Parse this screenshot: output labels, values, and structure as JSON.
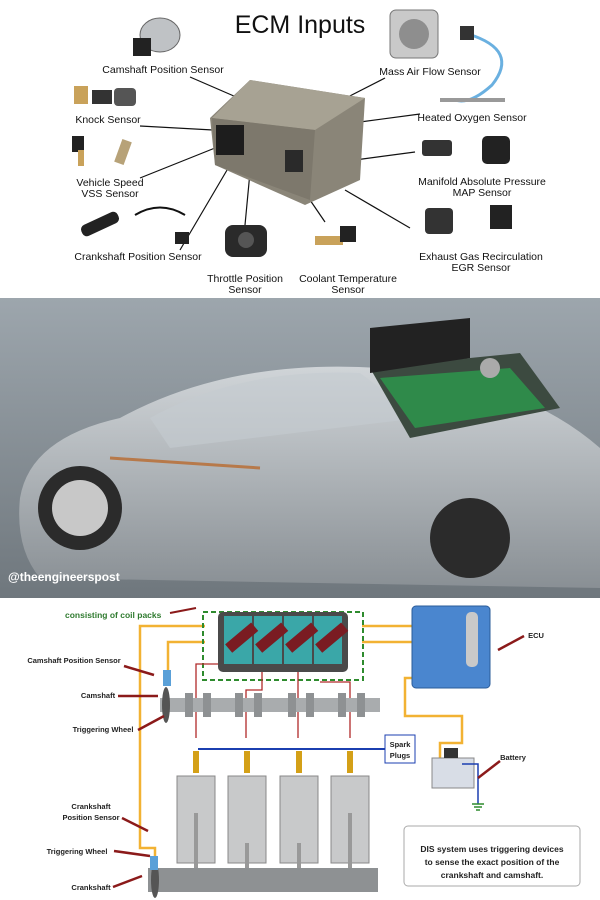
{
  "ecm_inputs": {
    "title": "ECM Inputs",
    "labels": {
      "camshaft": "Camshaft Position Sensor",
      "maf": "Mass Air Flow Sensor",
      "knock": "Knock Sensor",
      "oxygen": "Heated Oxygen Sensor",
      "vss_1": "Vehicle Speed",
      "vss_2": "VSS Sensor",
      "map_1": "Manifold Absolute Pressure",
      "map_2": "MAP Sensor",
      "crankshaft": "Crankshaft Position Sensor",
      "egr_1": "Exhaust Gas Recirculation",
      "egr_2": "EGR Sensor",
      "throttle_1": "Throttle Position",
      "throttle_2": "Sensor",
      "coolant_1": "Coolant Temperature",
      "coolant_2": "Sensor"
    }
  },
  "car_photo": {
    "watermark": "@theengineerspost"
  },
  "dis_diagram": {
    "coil_label": "consisting of coil packs",
    "ecu": "ECU",
    "camshaft_sensor": "Camshaft Position Sensor",
    "camshaft": "Camshaft",
    "trigger_wheel_top": "Triggering Wheel",
    "spark_plugs_1": "Spark",
    "spark_plugs_2": "Plugs",
    "battery": "Battery",
    "crank_sensor_1": "Crankshaft",
    "crank_sensor_2": "Position Sensor",
    "trigger_wheel_bottom": "Triggering Wheel",
    "crankshaft": "Crankshaft",
    "note_1": "DIS system uses triggering devices",
    "note_2": "to sense the exact position of the",
    "note_3": "crankshaft and camshaft."
  },
  "colors": {
    "wire_yellow": "#f2b233",
    "wire_red": "#b02a2a",
    "wire_blue": "#1b3fb0",
    "ecu_blue": "#4a86cf",
    "coil_teal": "#3aa7a8",
    "arrow_red": "#8b1a1a",
    "dashed_green": "#2e8b2e"
  }
}
